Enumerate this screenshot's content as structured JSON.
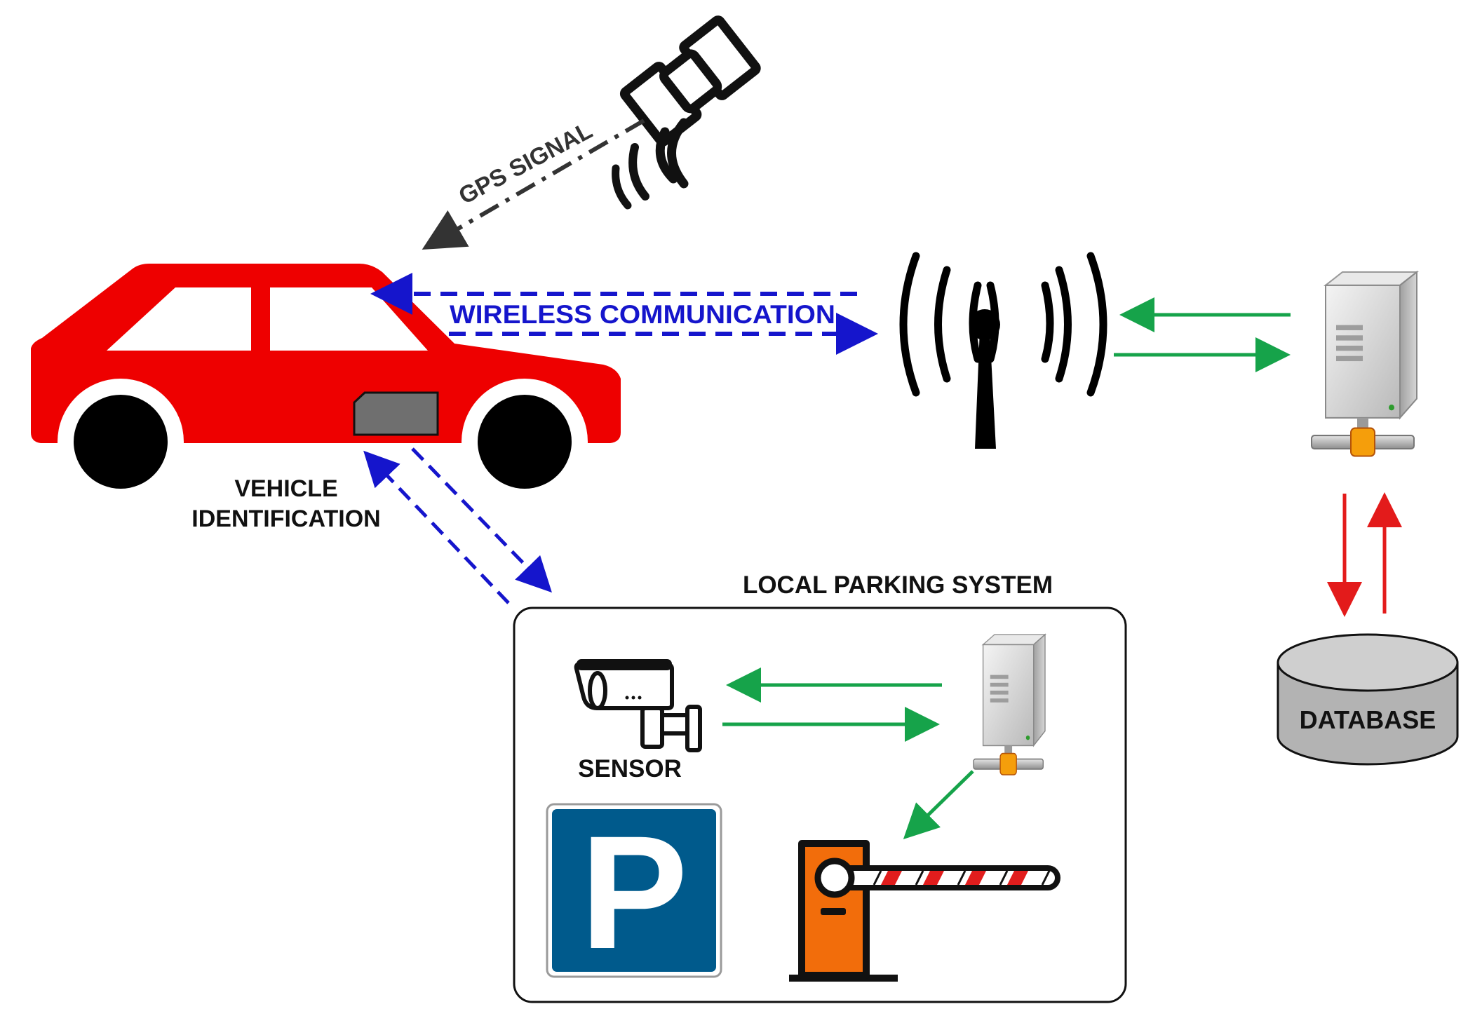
{
  "labels": {
    "gps_signal": "GPS SIGNAL",
    "wireless_communication": "WIRELESS COMMUNICATION",
    "vehicle_identification_line1": "VEHICLE",
    "vehicle_identification_line2": "IDENTIFICATION",
    "local_parking_system": "LOCAL PARKING SYSTEM",
    "sensor": "SENSOR",
    "database": "DATABASE",
    "parking_sign_letter": "P"
  },
  "colors": {
    "car": "#ee0000",
    "wireless_arrow": "#1515cc",
    "network_arrow": "#16a34a",
    "database_arrow": "#e31b1b",
    "gps_arrow": "#333333",
    "parking_sign": "#005a8c",
    "barrier": "#f26d0b",
    "barrier_stripe": "#e11d1d"
  },
  "icons": [
    "satellite-icon",
    "car-icon",
    "antenna-icon",
    "server-icon",
    "database-icon",
    "camera-icon",
    "parking-sign-icon",
    "barrier-gate-icon"
  ]
}
